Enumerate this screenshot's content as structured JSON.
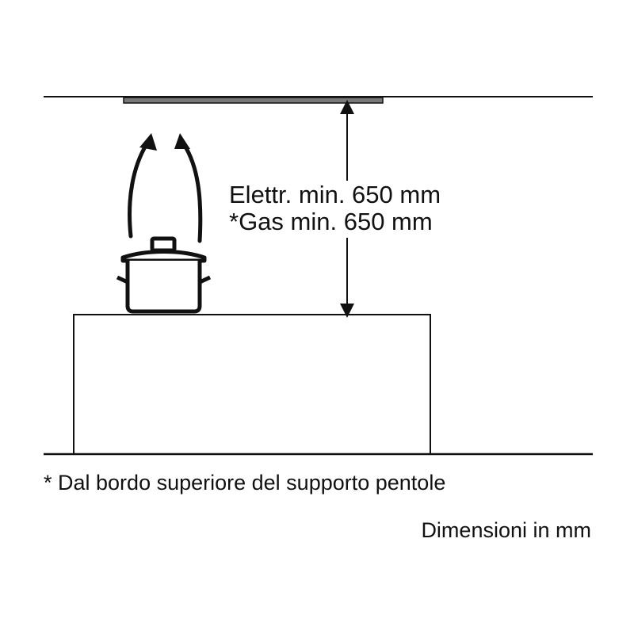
{
  "dimension": {
    "electric_label": "Elettr. min. 650 mm",
    "gas_label": "*Gas min. 650 mm"
  },
  "notes": {
    "footnote": "* Dal bordo superiore del supporto pentole",
    "units": "Dimensioni in mm"
  },
  "colors": {
    "line": "#111111",
    "hood": "#777777",
    "background": "#ffffff"
  },
  "icons": {
    "pot": "cooking-pot-icon",
    "steam": "steam-arrow-icon"
  }
}
